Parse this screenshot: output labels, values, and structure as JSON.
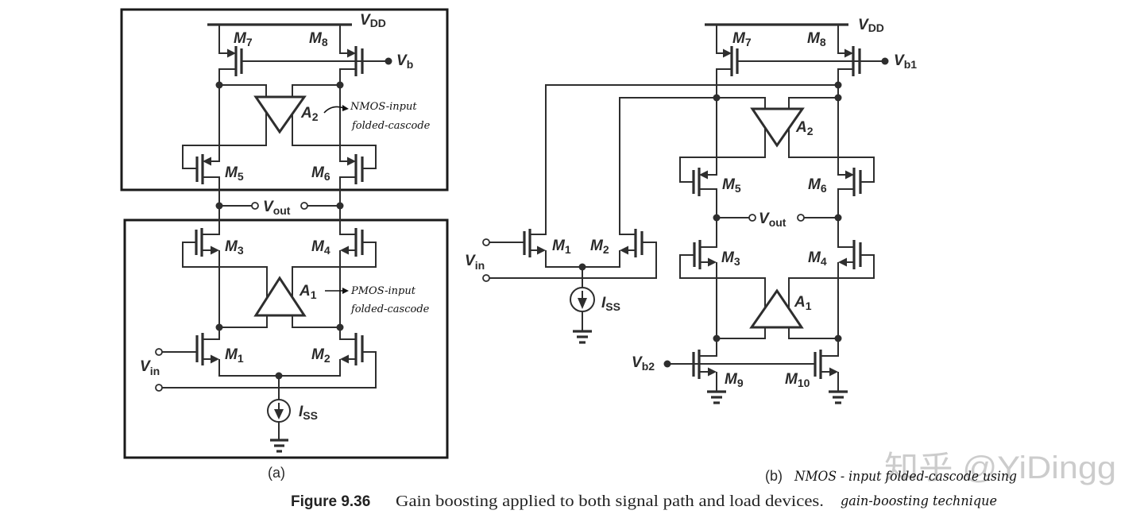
{
  "figure": {
    "number": "Figure 9.36",
    "caption": "Gain boosting applied to both signal path and load devices.",
    "watermark": "知乎 @YiDingg"
  },
  "panel_a": {
    "label": "(a)",
    "vdd": {
      "main": "V",
      "sub": "DD"
    },
    "vb": {
      "main": "V",
      "sub": "b"
    },
    "vout": {
      "main": "V",
      "sub": "out"
    },
    "vin": {
      "main": "V",
      "sub": "in"
    },
    "iss": {
      "main": "I",
      "sub": "SS"
    },
    "m1": {
      "main": "M",
      "sub": "1"
    },
    "m2": {
      "main": "M",
      "sub": "2"
    },
    "m3": {
      "main": "M",
      "sub": "3"
    },
    "m4": {
      "main": "M",
      "sub": "4"
    },
    "m5": {
      "main": "M",
      "sub": "5"
    },
    "m6": {
      "main": "M",
      "sub": "6"
    },
    "m7": {
      "main": "M",
      "sub": "7"
    },
    "m8": {
      "main": "M",
      "sub": "8"
    },
    "a1": {
      "main": "A",
      "sub": "1"
    },
    "a2": {
      "main": "A",
      "sub": "2"
    },
    "note_a2": [
      "NMOS-input",
      "folded-cascode"
    ],
    "note_a1": [
      "PMOS-input",
      "folded-cascode"
    ]
  },
  "panel_b": {
    "label": "(b)",
    "vdd": {
      "main": "V",
      "sub": "DD"
    },
    "vb1": {
      "main": "V",
      "sub": "b1"
    },
    "vb2": {
      "main": "V",
      "sub": "b2"
    },
    "vout": {
      "main": "V",
      "sub": "out"
    },
    "vin": {
      "main": "V",
      "sub": "in"
    },
    "iss": {
      "main": "I",
      "sub": "SS"
    },
    "m1": {
      "main": "M",
      "sub": "1"
    },
    "m2": {
      "main": "M",
      "sub": "2"
    },
    "m3": {
      "main": "M",
      "sub": "3"
    },
    "m4": {
      "main": "M",
      "sub": "4"
    },
    "m5": {
      "main": "M",
      "sub": "5"
    },
    "m6": {
      "main": "M",
      "sub": "6"
    },
    "m7": {
      "main": "M",
      "sub": "7"
    },
    "m8": {
      "main": "M",
      "sub": "8"
    },
    "m9": {
      "main": "M",
      "sub": "9"
    },
    "m10": {
      "main": "M",
      "sub": "10"
    },
    "a1": {
      "main": "A",
      "sub": "1"
    },
    "a2": {
      "main": "A",
      "sub": "2"
    },
    "note": [
      "NMOS - input folded-cascode using",
      "gain-boosting technique"
    ]
  },
  "colors": {
    "wire": "#2e2e2e",
    "label": "#2a2a2a",
    "handwriting": "#111111",
    "watermark": "#c4c4c4"
  }
}
